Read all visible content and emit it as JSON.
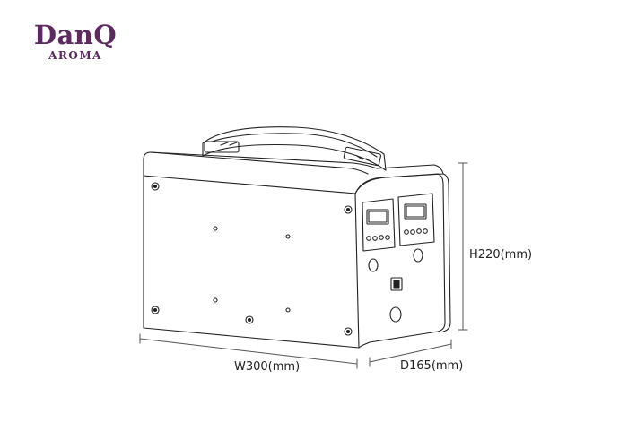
{
  "brand": {
    "name": "DanQ",
    "subtitle": "AROMA",
    "color": "#5b2a5e"
  },
  "dimensions": {
    "width_label": "W300(mm)",
    "depth_label": "D165(mm)",
    "height_label": "H220(mm)"
  },
  "colors": {
    "line": "#222222",
    "dimension_line": "#555555"
  }
}
